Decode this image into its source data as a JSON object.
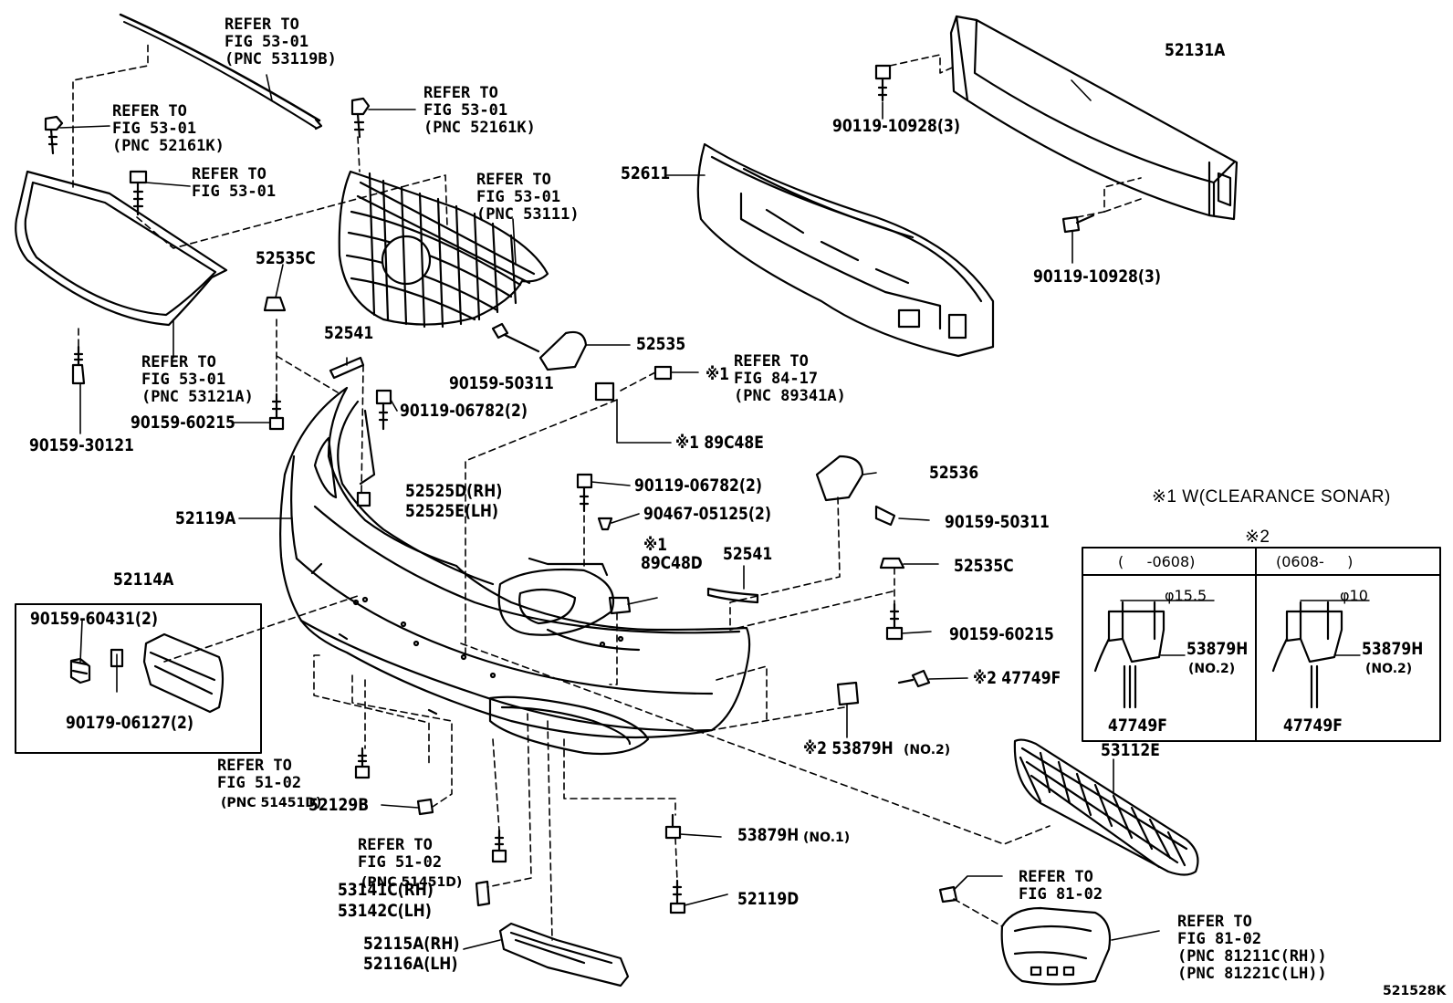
{
  "diagram_id": "521528K",
  "notes": {
    "star1": "※1 W(CLEARANCE SONAR)",
    "star2": "※2",
    "col_before": "(     -0608)",
    "col_after": "(0608-     )",
    "phi_a": "φ15.5",
    "phi_b": "φ10",
    "det_a_part": "53879H",
    "det_a_no": "(NO.2)",
    "det_a_bottom": "47749F",
    "det_b_part": "53879H",
    "det_b_no": "(NO.2)",
    "det_b_bottom": "47749F"
  },
  "labels": {
    "ref_53119b": "REFER TO\nFIG 53-01\n(PNC 53119B)",
    "ref_52161k_left": "REFER TO\nFIG 53-01\n(PNC 52161K)",
    "ref_53_01": "REFER TO\nFIG 53-01",
    "ref_53121a": "REFER TO\nFIG 53-01\n(PNC 53121A)",
    "ref_52161k_mid": "REFER TO\nFIG 53-01\n(PNC 52161K)",
    "ref_53111": "REFER TO\nFIG 53-01\n(PNC 53111)",
    "ref_89341a": "REFER TO\nFIG 84-17\n(PNC 89341A)",
    "ref_51451d_a_line1": "REFER TO\nFIG 51-02",
    "ref_51451d_a_line2": "(PNC 51451D)",
    "ref_51451d_b_line1": "REFER TO\nFIG 51-02",
    "ref_51451d_b_line2": "(PNC 51451D)",
    "ref_81_02_a": "REFER TO\nFIG 81-02",
    "ref_81_02_b": "REFER TO\nFIG 81-02\n(PNC 81211C(RH))\n(PNC 81221C(LH))",
    "p52131A": "52131A",
    "p90119_10928_top": "90119-10928(3)",
    "p52611": "52611",
    "p90119_10928_bot": "90119-10928(3)",
    "p52535C_top": "52535C",
    "p52541_top": "52541",
    "p52535": "52535",
    "p90159_50311_top": "90159-50311",
    "p89341_mark": "※1",
    "p89C48E": "※1 89C48E",
    "p90159_30121": "90159-30121",
    "p90159_60215_left": "90159-60215",
    "p90119_06782_a": "90119-06782(2)",
    "p52525D": "52525D(RH)",
    "p52525E": "52525E(LH)",
    "p52119A": "52119A",
    "p90119_06782_b": "90119-06782(2)",
    "p90467_05125": "90467-05125(2)",
    "p89C48D_mark": "※1",
    "p89C48D": "89C48D",
    "p52541_mid": "52541",
    "p52536": "52536",
    "p90159_50311_mid": "90159-50311",
    "p52535C_mid": "52535C",
    "p90159_60215_right": "90159-60215",
    "p47749F": "※2 47749F",
    "p53879H_no2": "※2 53879H",
    "p53879H_no2_sub": "(NO.2)",
    "p52114A": "52114A",
    "p90159_60431": "90159-60431(2)",
    "p90179_06127": "90179-06127(2)",
    "p52129B": "52129B",
    "p53141C": "53141C(RH)",
    "p53142C": "53142C(LH)",
    "p52115A": "52115A(RH)",
    "p52116A": "52116A(LH)",
    "p53879H_no1": "53879H",
    "p53879H_no1_sub": "(NO.1)",
    "p52119D": "52119D",
    "p53112E": "53112E"
  }
}
